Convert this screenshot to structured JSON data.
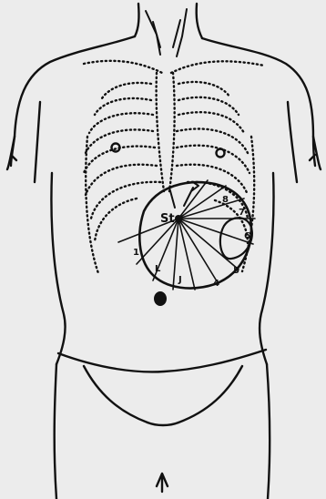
{
  "figure": {
    "labels": {
      "center": "St",
      "l1": "1",
      "l2": "L",
      "l3": "J",
      "l4": "4",
      "l5": "5",
      "l6": "6",
      "l7": "7",
      "l8": "8"
    }
  }
}
